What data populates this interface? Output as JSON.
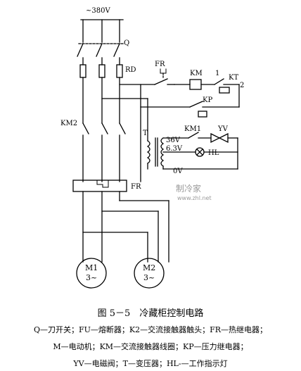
{
  "labels": {
    "supply": "~380V",
    "q": "Q",
    "rd": "RD",
    "fr_top": "FR",
    "km": "KM",
    "kt": "KT",
    "kt_pin1": "1",
    "kt_pin2": "2",
    "kp": "KP",
    "km2": "KM2",
    "km1": "KM1",
    "yv": "YV",
    "t": "T",
    "v36": "36V",
    "v63": "6.3V",
    "hl": "HL",
    "v0": "0V",
    "fr_bottom": "FR",
    "m1_name": "M1",
    "m1_phase": "3~",
    "m2_name": "M2",
    "m2_phase": "3~"
  },
  "watermark": {
    "text": "制冷家",
    "url": "www.zhl.net"
  },
  "caption": {
    "title": "图 5－5　冷藏柜控制电路",
    "line1": "Q—刀开关；FU—熔断器；K2—交流接触器触头；FR—热继电器；",
    "line2": "M—电动机；KM—交流接触器线圈；KP—压力继电器；",
    "line3": "YV—电磁阀；T—变压器；HL-—工作指示灯"
  }
}
